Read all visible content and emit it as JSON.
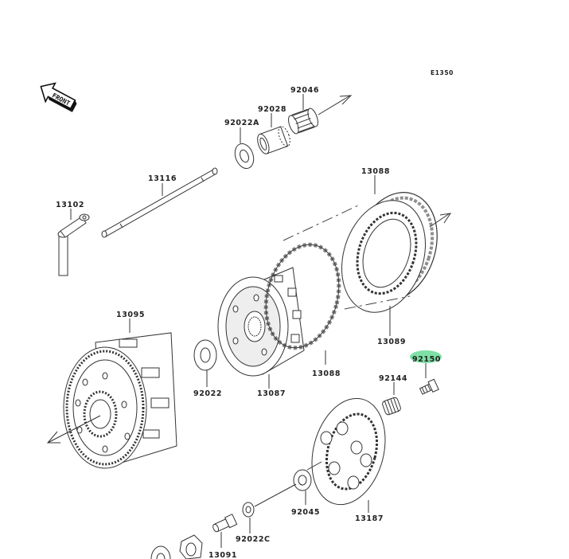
{
  "diagram": {
    "code": "E1350",
    "front_label": "FRONT",
    "highlight_color": "#7ee0a4",
    "parts": [
      {
        "id": "p92046",
        "number": "92046"
      },
      {
        "id": "p92028",
        "number": "92028"
      },
      {
        "id": "p92022A",
        "number": "92022A"
      },
      {
        "id": "p13116",
        "number": "13116"
      },
      {
        "id": "p13102",
        "number": "13102"
      },
      {
        "id": "p13088a",
        "number": "13088"
      },
      {
        "id": "p13089",
        "number": "13089"
      },
      {
        "id": "p13095",
        "number": "13095"
      },
      {
        "id": "p92022",
        "number": "92022"
      },
      {
        "id": "p13087",
        "number": "13087"
      },
      {
        "id": "p13088b",
        "number": "13088"
      },
      {
        "id": "p92150",
        "number": "92150",
        "highlighted": true
      },
      {
        "id": "p92144",
        "number": "92144"
      },
      {
        "id": "p92045",
        "number": "92045"
      },
      {
        "id": "p13187",
        "number": "13187"
      },
      {
        "id": "p92022C",
        "number": "92022C"
      },
      {
        "id": "p13091",
        "number": "13091"
      }
    ]
  }
}
